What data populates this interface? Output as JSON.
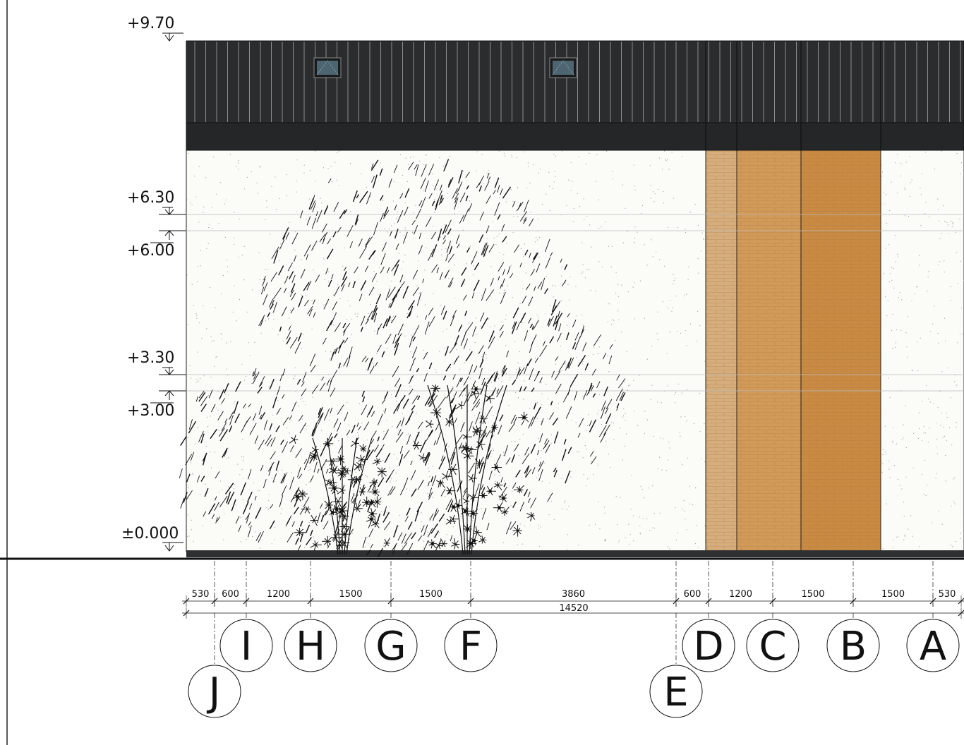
{
  "levels": [
    {
      "label": "+9.70"
    },
    {
      "label": "+6.30"
    },
    {
      "label": "+6.00"
    },
    {
      "label": "+3.30"
    },
    {
      "label": "+3.00"
    },
    {
      "label": "±0.000"
    }
  ],
  "segments": [
    "530",
    "600",
    "1200",
    "1500",
    "1500",
    "3860",
    "600",
    "1200",
    "1500",
    "1500",
    "530"
  ],
  "total_width": "14520",
  "axes": [
    "J",
    "I",
    "H",
    "G",
    "F",
    "E",
    "D",
    "C",
    "B",
    "A"
  ],
  "colors": {
    "roof": "#2b2c2e",
    "fascia": "#252628",
    "plaster": "#fbfbf8",
    "brick_light": "#d6ad7c",
    "brick_mid": "#d29a58",
    "brick_dark": "#c98a43",
    "window_glass": "#4c6570"
  }
}
